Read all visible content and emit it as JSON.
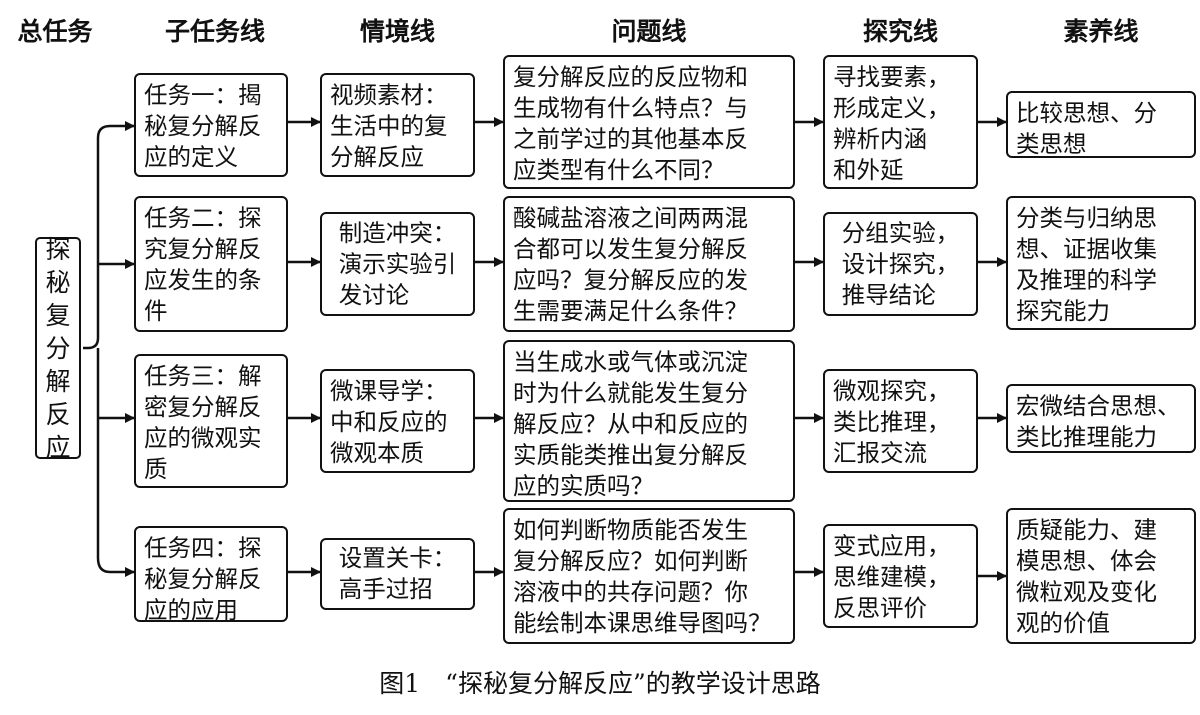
{
  "headers": {
    "total": "总任务",
    "subtask": "子任务线",
    "situation": "情境线",
    "question": "问题线",
    "inquiry": "探究线",
    "literacy": "素养线"
  },
  "root": "探秘复分解反应",
  "rows": [
    {
      "task": "任务一：揭\n秘复分解反\n应的定义",
      "situation": "视频素材：\n生活中的复\n分解反应",
      "question": "复分解反应的反应物和\n生成物有什么特点？与\n之前学过的其他基本反\n应类型有什么不同？",
      "inquiry": "寻找要素，\n形成定义，\n辨析内涵\n和外延",
      "literacy": "比较思想、分\n类思想"
    },
    {
      "task": "任务二：探\n究复分解反\n应发生的条\n件",
      "situation": "制造冲突：\n演示实验引\n发讨论",
      "question": "酸碱盐溶液之间两两混\n合都可以发生复分解反\n应吗？复分解反应的发\n生需要满足什么条件？",
      "inquiry": "分组实验，\n设计探究，\n推导结论",
      "literacy": "分类与归纳思\n想、证据收集\n及推理的科学\n探究能力"
    },
    {
      "task": "任务三：解\n密复分解反\n应的微观实\n质",
      "situation": "微课导学：\n中和反应的\n微观本质",
      "question": "当生成水或气体或沉淀\n时为什么就能发生复分\n解反应？从中和反应的\n实质能类推出复分解反\n应的实质吗？",
      "inquiry": "微观探究，\n类比推理，\n汇报交流",
      "literacy": "宏微结合思想、\n类比推理能力"
    },
    {
      "task": "任务四：探\n秘复分解反\n应的应用",
      "situation": "设置关卡：\n高手过招",
      "question": "如何判断物质能否发生\n复分解反应？如何判断\n溶液中的共存问题？你\n能绘制本课思维导图吗？",
      "inquiry": "变式应用，\n思维建模，\n反思评价",
      "literacy": "质疑能力、建\n模思想、体会\n微粒观及变化\n观的价值"
    }
  ],
  "caption": "图1　“探秘复分解反应”的教学设计思路"
}
